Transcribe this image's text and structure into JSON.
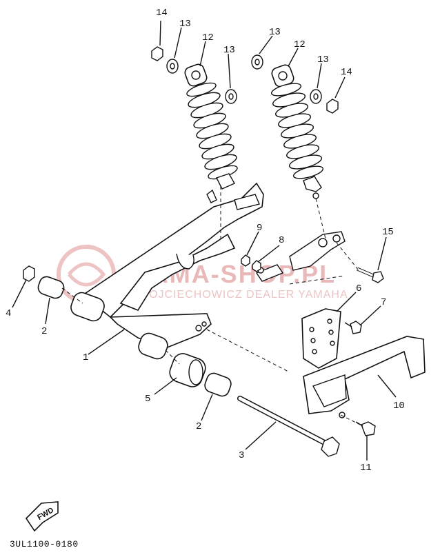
{
  "diagram": {
    "watermark": {
      "brand": "YAMA-SHOP.PL",
      "subline": "WOJCIECHOWICZ DEALER YAMAHA"
    },
    "fwd_badge": "FWD",
    "drawing_code": "3UL1100-0180",
    "callouts": {
      "c14a": "14",
      "c13a": "13",
      "c12a": "12",
      "c13b": "13",
      "c13c": "13",
      "c12b": "12",
      "c13d": "13",
      "c14b": "14",
      "c9": "9",
      "c8": "8",
      "c15": "15",
      "c4": "4",
      "c6": "6",
      "c7": "7",
      "c2a": "2",
      "c1": "1",
      "c10": "10",
      "c5": "5",
      "c2b": "2",
      "c3": "3",
      "c11": "11"
    }
  }
}
